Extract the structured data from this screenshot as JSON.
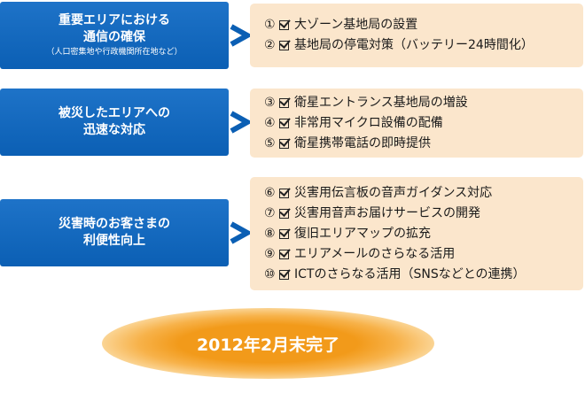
{
  "rows": [
    {
      "left_lines": [
        "重要エリアにおける",
        "通信の確保"
      ],
      "left_sub": "（人口密集地や行政機関所在地など）",
      "items": [
        {
          "num": "①",
          "text": "大ゾーン基地局の設置"
        },
        {
          "num": "②",
          "text": "基地局の停電対策（バッテリー24時間化）"
        }
      ]
    },
    {
      "left_lines": [
        "被災したエリアへの",
        "迅速な対応"
      ],
      "left_sub": "",
      "items": [
        {
          "num": "③",
          "text": "衛星エントランス基地局の増設"
        },
        {
          "num": "④",
          "text": "非常用マイクロ設備の配備"
        },
        {
          "num": "⑤",
          "text": "衛星携帯電話の即時提供"
        }
      ]
    },
    {
      "left_lines": [
        "災害時のお客さまの",
        "利便性向上"
      ],
      "left_sub": "",
      "items": [
        {
          "num": "⑥",
          "text": "災害用伝言板の音声ガイダンス対応"
        },
        {
          "num": "⑦",
          "text": "災害用音声お届けサービスの開発"
        },
        {
          "num": "⑧",
          "text": "復旧エリアマップの拡充"
        },
        {
          "num": "⑨",
          "text": "エリアメールのさらなる活用"
        },
        {
          "num": "⑩",
          "text": "ICTのさらなる活用（SNSなどとの連携）"
        }
      ]
    }
  ],
  "completion": "2012年2月末完了",
  "colors": {
    "blue": "#0b5fb4",
    "beige": "#fbe6cc",
    "orange": "#f29a1a"
  }
}
